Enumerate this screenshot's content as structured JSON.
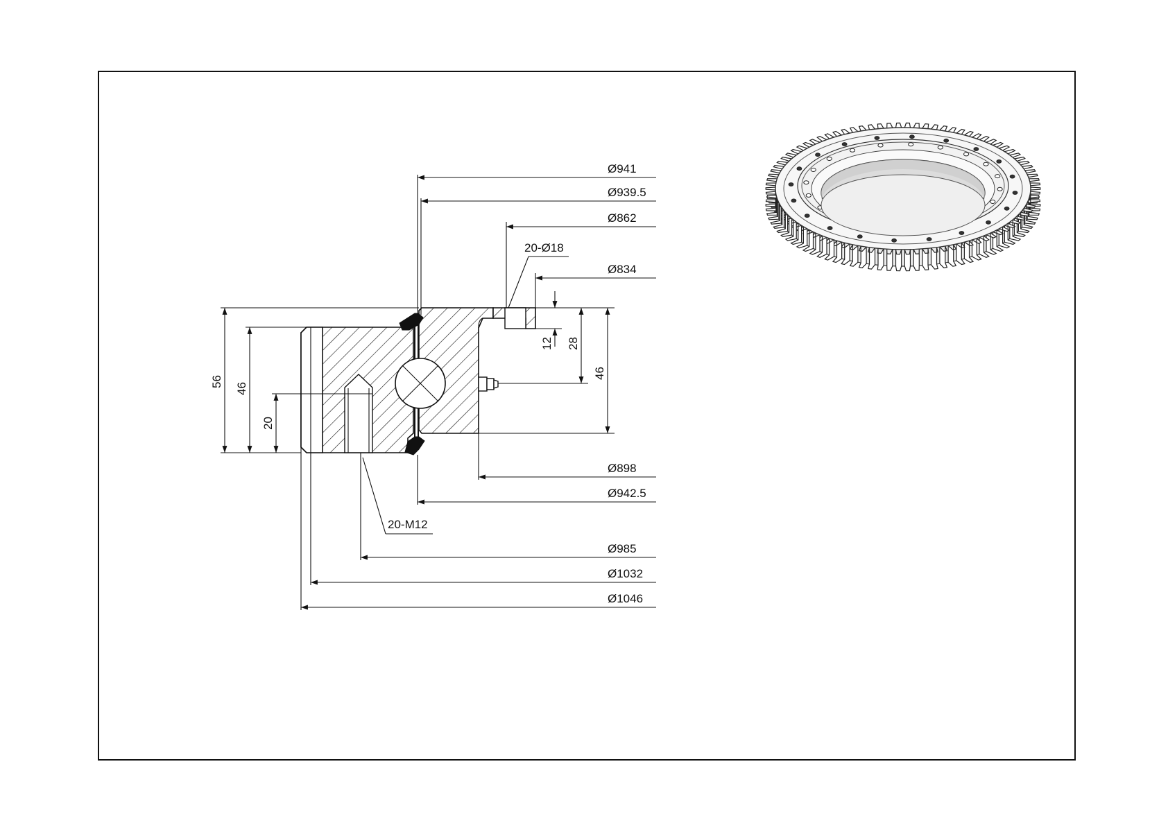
{
  "drawing": {
    "diameters": {
      "d941": "Ø941",
      "d939_5": "Ø939.5",
      "d862": "Ø862",
      "holes_top": "20-Ø18",
      "d834": "Ø834",
      "d898": "Ø898",
      "d942_5": "Ø942.5",
      "thread": "20-M12",
      "d985": "Ø985",
      "d1032": "Ø1032",
      "d1046": "Ø1046"
    },
    "heights": {
      "h56": "56",
      "h46_left": "46",
      "h20": "20",
      "h12": "12",
      "h28": "28",
      "h46_right": "46"
    }
  },
  "render": {
    "gear_teeth": 90,
    "outer_ring_holes": 20,
    "inner_ring_holes": 20
  }
}
